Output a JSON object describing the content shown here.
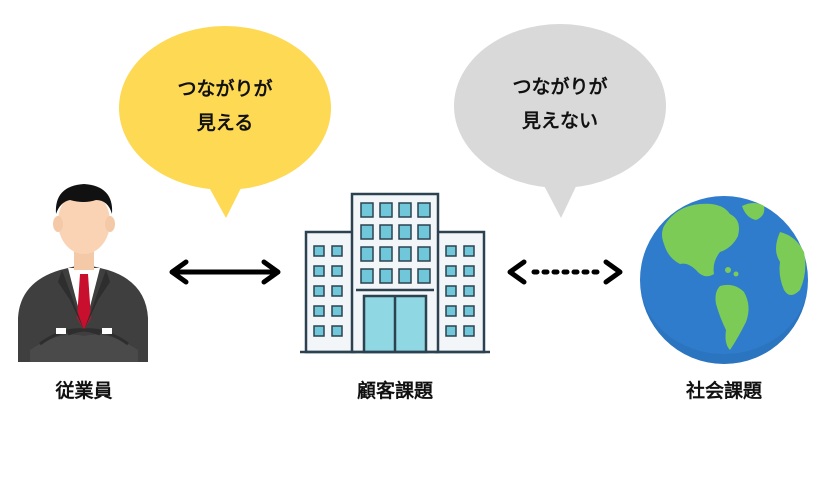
{
  "colors": {
    "bubble_visible": "#FDD954",
    "bubble_hidden": "#D9D9D9",
    "text": "#111111",
    "arrow": "#000000",
    "ocean": "#2E7CCB",
    "land": "#7CCB57",
    "suit": "#3F3F3F",
    "tie": "#C8102E",
    "building_outline": "#2C4250",
    "building_fill": "#F3F6F8",
    "window": "#6FC7D9"
  },
  "left_bubble": {
    "line1": "つながりが",
    "line2": "見える"
  },
  "right_bubble": {
    "line1": "つながりが",
    "line2": "見えない"
  },
  "labels": {
    "employee": "従業員",
    "customer": "顧客課題",
    "society": "社会課題"
  },
  "icons": {
    "employee": "businessman-icon",
    "customer": "office-building-icon",
    "society": "globe-icon"
  },
  "connections": [
    {
      "from": "employee",
      "to": "customer",
      "style": "solid",
      "direction": "both"
    },
    {
      "from": "customer",
      "to": "society",
      "style": "dotted",
      "direction": "both"
    }
  ]
}
